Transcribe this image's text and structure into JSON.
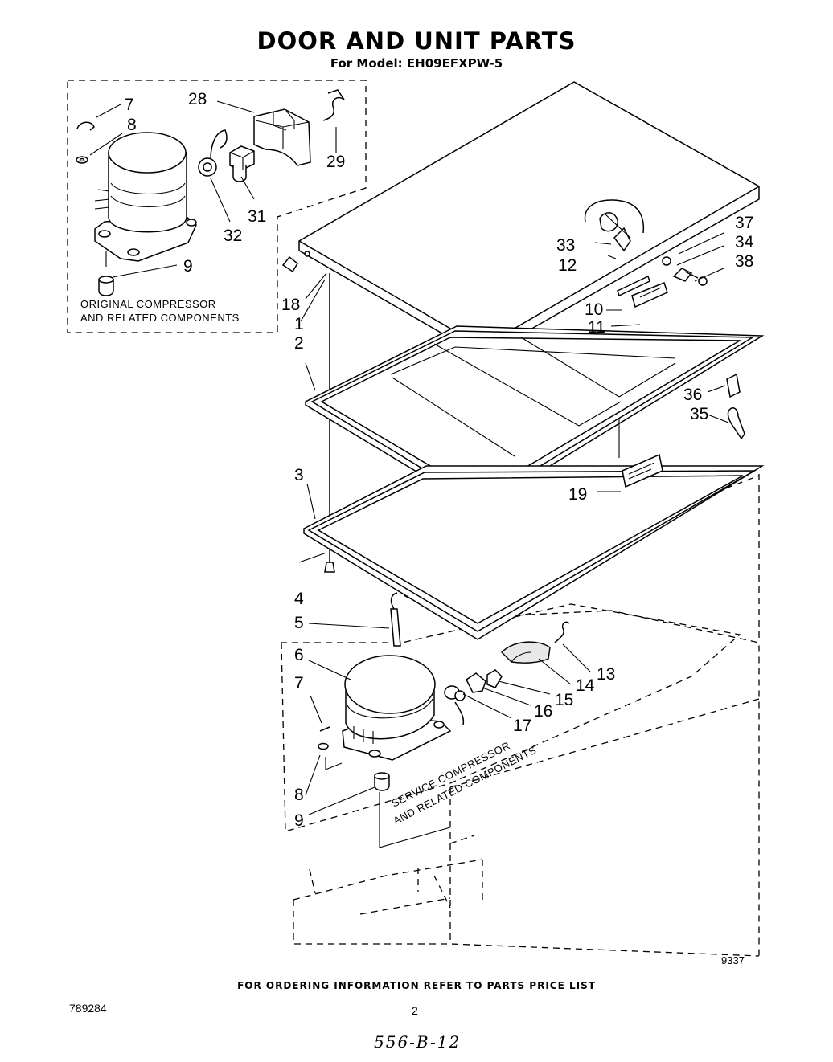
{
  "header": {
    "title": "DOOR AND UNIT PARTS",
    "subtitle": "For Model: EH09EFXPW-5"
  },
  "captions": {
    "original_line1": "ORIGINAL COMPRESSOR",
    "original_line2": "AND RELATED COMPONENTS",
    "service_line1": "SERVICE COMPRESSOR",
    "service_line2": "AND RELATED COMPONENTS"
  },
  "callouts": {
    "c7a": "7",
    "c8a": "8",
    "c9a": "9",
    "c28": "28",
    "c29": "29",
    "c31": "31",
    "c32": "32",
    "c37": "37",
    "c34": "34",
    "c38": "38",
    "c33": "33",
    "c12": "12",
    "c10": "10",
    "c11": "11",
    "c18": "18",
    "c1": "1",
    "c2": "2",
    "c36": "36",
    "c35": "35",
    "c19": "19",
    "c3": "3",
    "c4": "4",
    "c5": "5",
    "c6": "6",
    "c7b": "7",
    "c13": "13",
    "c14": "14",
    "c15": "15",
    "c16": "16",
    "c17": "17",
    "c8b": "8",
    "c9b": "9"
  },
  "footer": {
    "ordering": "FOR ORDERING INFORMATION REFER TO PARTS PRICE LIST",
    "doc_number": "789284",
    "page": "2",
    "figure_code": "9337",
    "handwritten": "556-B-12"
  }
}
